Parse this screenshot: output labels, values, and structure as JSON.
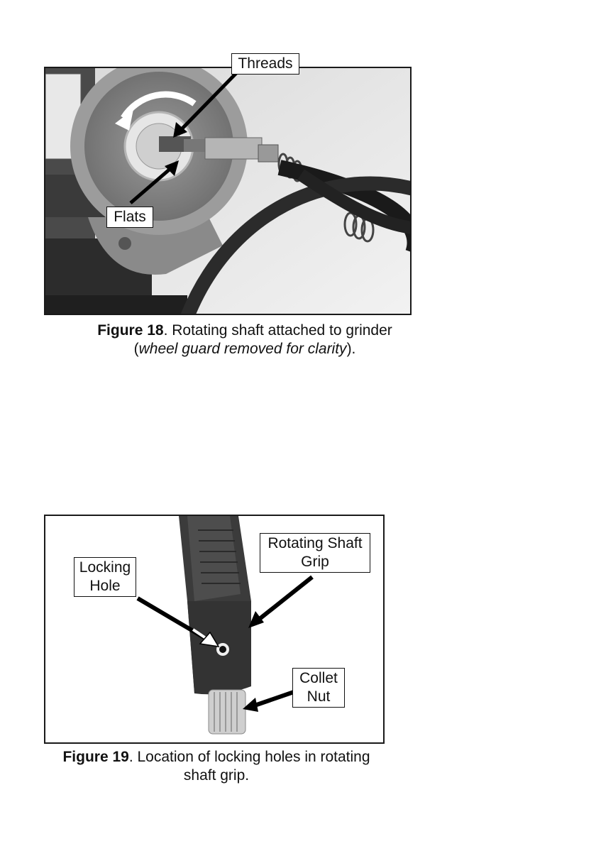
{
  "figure18": {
    "callouts": {
      "threads": "Threads",
      "flats": "Flats"
    },
    "caption": {
      "label": "Figure 18",
      "text": ". Rotating shaft attached to grinder",
      "open_paren": "(",
      "italic": "wheel guard removed for clarity",
      "close_paren": ")."
    }
  },
  "figure19": {
    "callouts": {
      "locking_line1": "Locking",
      "locking_line2": "Hole",
      "grip_line1": "Rotating Shaft",
      "grip_line2": "Grip",
      "collet_line1": "Collet",
      "collet_line2": "Nut"
    },
    "caption": {
      "label": "Figure 19",
      "line1": ". Location of locking holes in rotating",
      "line2": "shaft grip."
    }
  }
}
